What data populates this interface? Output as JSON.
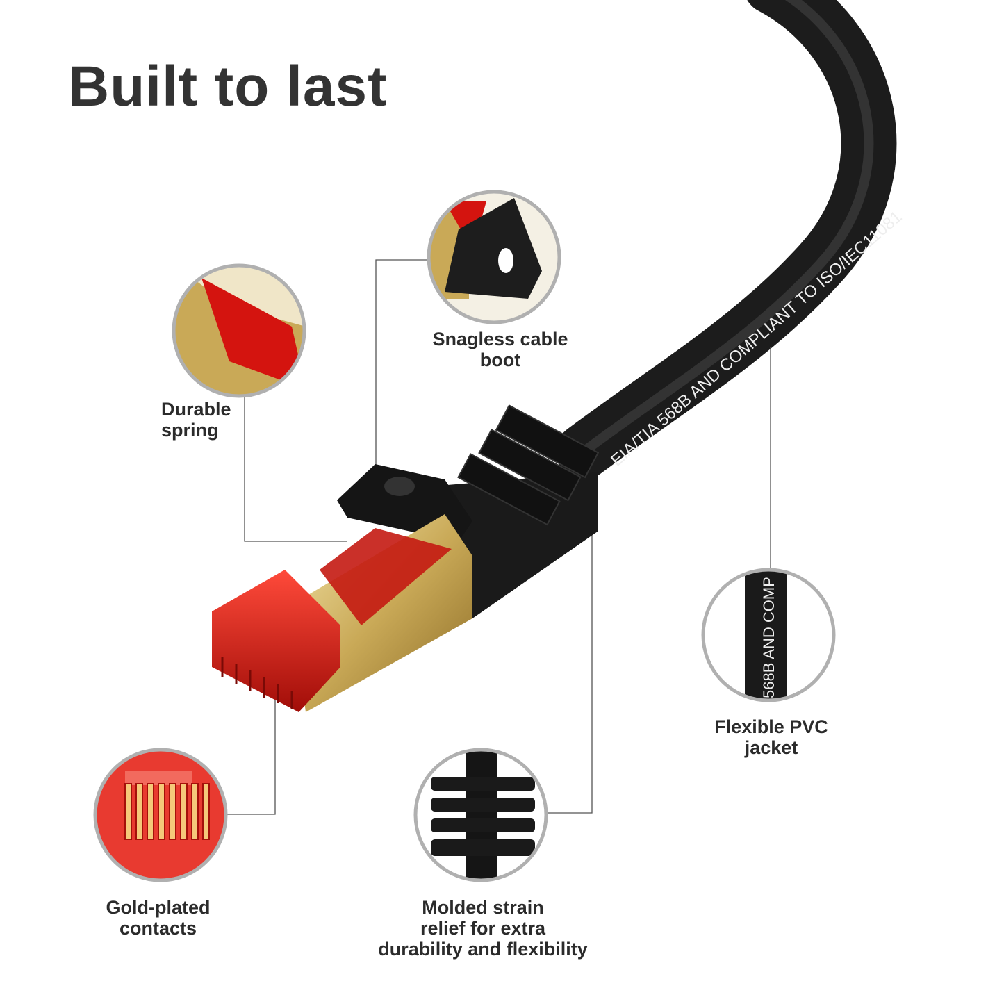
{
  "title": "Built to last",
  "cable_print": "EIA/TIA  568B  AND  COMPLIANT  TO  ISO/IEC11081",
  "zoom_print": "568B  AND  COMP",
  "features": {
    "spring": "Durable\nspring",
    "boot": "Snagless cable\nboot",
    "jacket": "Flexible PVC\njacket",
    "contacts": "Gold-plated\ncontacts",
    "strain": "Molded strain\nrelief for extra\ndurability and flexibility"
  },
  "colors": {
    "title": "#333333",
    "cable": "#1a1a1a",
    "gold": "#d9c27a",
    "red": "#d4140f",
    "ring": "#b0b0b0"
  }
}
